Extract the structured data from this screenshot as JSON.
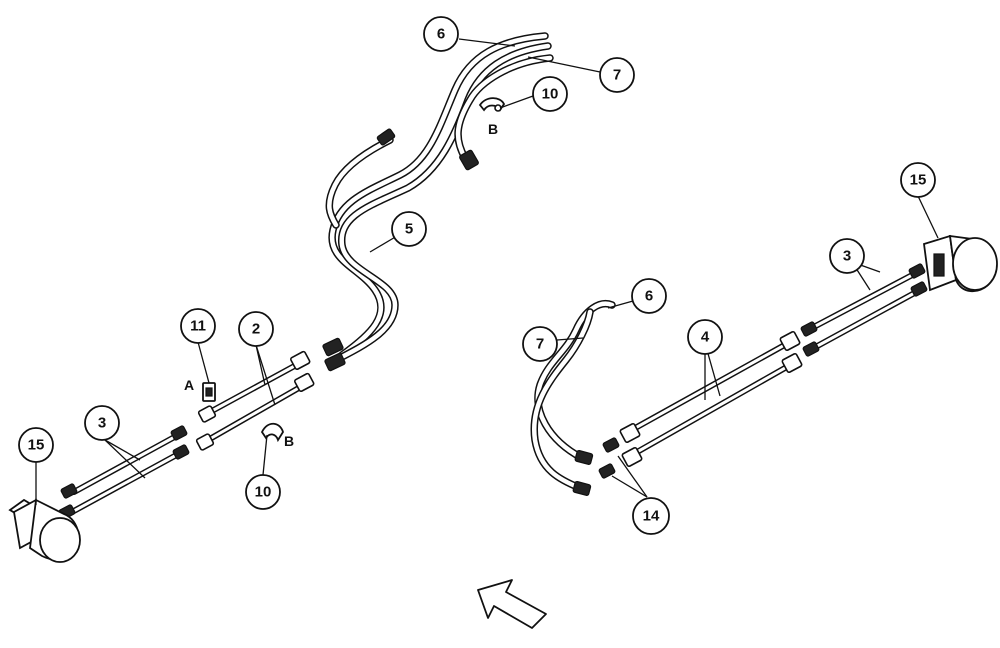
{
  "callouts": {
    "c6_top": "6",
    "c7_top": "7",
    "c10_top": "10",
    "c5": "5",
    "c11": "11",
    "c2": "2",
    "c3_left": "3",
    "c15_left": "15",
    "c10_bottom": "10",
    "c15_right": "15",
    "c3_right": "3",
    "c6_right": "6",
    "c7_right": "7",
    "c4": "4",
    "c14": "14"
  },
  "view_letters": {
    "b_top": "B",
    "a_left": "A",
    "b_bottom": "B"
  }
}
